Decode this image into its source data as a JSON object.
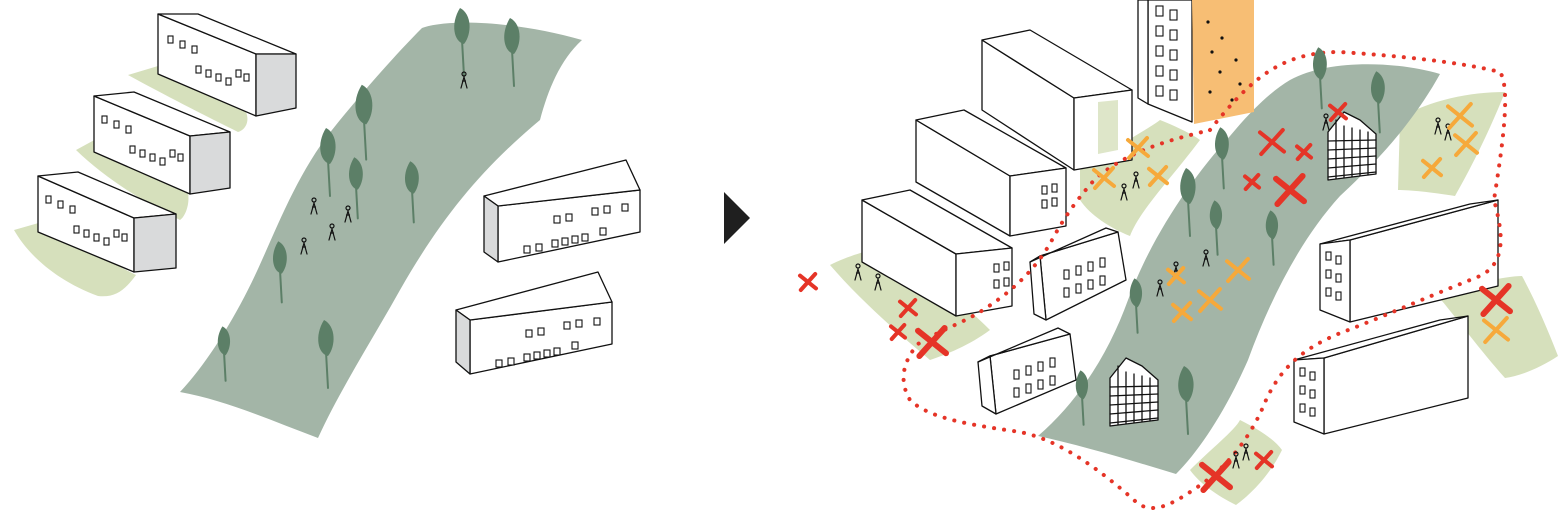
{
  "colors": {
    "park": "#a3b5a7",
    "tree": "#5c7f67",
    "lawn": "#d6e0bc",
    "climbing_wall": "#f7be74",
    "red_mark": "#e53427",
    "orange_mark": "#f6a93b",
    "boundary": "#e53427",
    "arrow": "#1f1f1f",
    "building_end": "#d9dadb"
  },
  "icons": {
    "transition": "right-triangle-arrow",
    "person": "stick-figure-icon",
    "tree": "tree-icon"
  },
  "panels": [
    {
      "id": "before",
      "elements": [
        "green-corridor",
        "trees",
        "people",
        "slab-buildings",
        "lawn-strips"
      ]
    },
    {
      "id": "after",
      "elements": [
        "green-corridor",
        "trees",
        "people",
        "slab-buildings",
        "infill-buildings",
        "greenhouses",
        "climbing-wall",
        "activity-markers",
        "dotted-boundary"
      ]
    }
  ]
}
